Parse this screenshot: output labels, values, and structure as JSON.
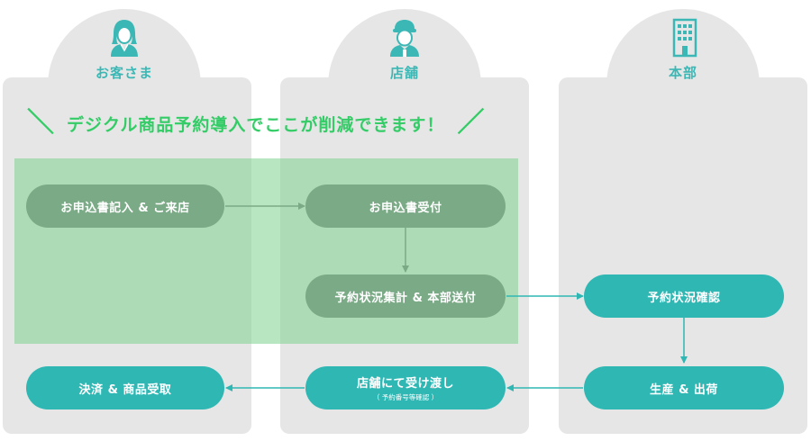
{
  "lanes": [
    {
      "label": "お客さま",
      "icon": "female-customer-icon"
    },
    {
      "label": "店舗",
      "icon": "store-staff-icon"
    },
    {
      "label": "本部",
      "icon": "office-building-icon"
    }
  ],
  "headline": {
    "text": "デジクル商品予約導入でここが削減できます！",
    "slash_left": "＼",
    "slash_right": "／"
  },
  "nodes": {
    "apply_visit": "お申込書記入 & ご来店",
    "receive_form": "お申込書受付",
    "tally_send": "予約状況集計 & 本部送付",
    "hq_confirm": "予約状況確認",
    "produce_ship": "生産 & 出荷",
    "store_handover": "店舗にて受け渡し",
    "store_handover_sub": "（ 予約番号等確認 ）",
    "payment_receive": "決済 & 商品受取"
  },
  "colors": {
    "lane_bg": "#e6e6e6",
    "lane_label": "#3bb8b5",
    "headline": "#33cc66",
    "highlight": "#7dd28c",
    "node_muted": "#7aaa86",
    "node_teal": "#2fb7b4",
    "arrow_muted": "#7aaa86",
    "arrow_teal": "#2fb7b4"
  }
}
